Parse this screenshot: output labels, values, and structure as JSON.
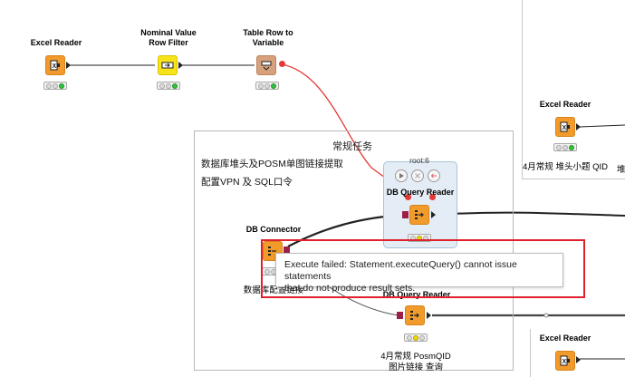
{
  "canvas": {
    "background": "#ffffff",
    "colors": {
      "source_node": "#f19b2c",
      "filter_node": "#f7e31a",
      "variable_node": "#d7a17d",
      "flow_variable_wire": "#e53935",
      "db_port": "#9c1f4a",
      "error_highlight": "#e0212c",
      "status_ok": "#32c23a",
      "status_warn": "#f5d90a"
    }
  },
  "nodes": {
    "excel_reader_1": {
      "title": "Excel Reader",
      "icon": "excel-icon",
      "status": "green"
    },
    "nominal_filter": {
      "title_line1": "Nominal Value",
      "title_line2": "Row Filter",
      "icon": "filter-icon",
      "status": "green"
    },
    "table_row_var": {
      "title_line1": "Table Row to",
      "title_line2": "Variable",
      "icon": "table-variable-icon",
      "status": "green"
    },
    "db_query_reader_1": {
      "title": "DB Query Reader",
      "id_label": "root:6",
      "icon": "db-query-icon",
      "status": "yellow"
    },
    "db_connector": {
      "title": "DB Connector",
      "subtitle": "数据库配置链接",
      "icon": "db-connector-icon"
    },
    "db_query_reader_2": {
      "title": "DB Query Reader",
      "subtitle_line1": "4月常规 PosmQID",
      "subtitle_line2": "图片链接 查询",
      "icon": "db-query-icon",
      "status": "yellow"
    },
    "excel_reader_2": {
      "title": "Excel Reader",
      "subtitle": "4月常规 堆头小题 QID",
      "icon": "excel-icon",
      "status": "green"
    },
    "excel_reader_3": {
      "title": "Excel Reader",
      "icon": "excel-icon"
    }
  },
  "annotation": {
    "title": "常规任务",
    "line1": "数据库堆头及POSM单图链接提取",
    "line2": "配置VPN 及 SQL口令"
  },
  "right_cut_text": "堆",
  "action_bar": {
    "execute": "play-icon",
    "cancel": "cancel-icon",
    "reset": "reset-icon"
  },
  "error_tooltip": {
    "line1": "Execute failed: Statement.executeQuery() cannot issue statements",
    "line2": "that do not produce result sets."
  }
}
